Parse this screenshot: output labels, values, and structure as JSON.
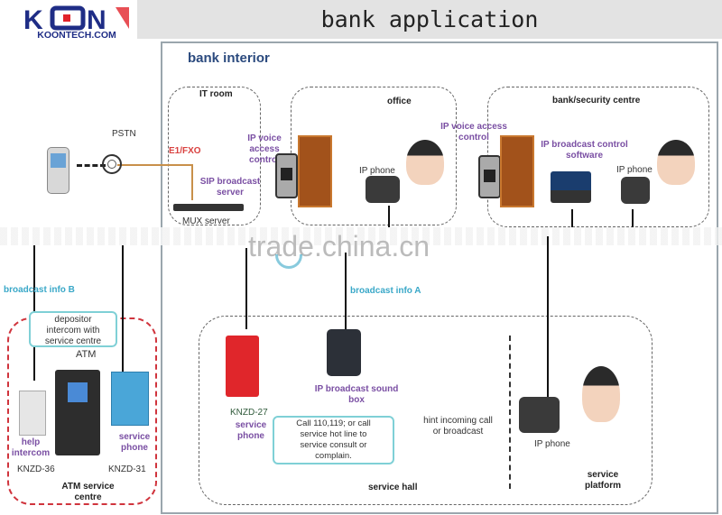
{
  "brand": {
    "logo_text": "KON",
    "logo_sub": "KOONTECH.COM"
  },
  "title": "bank application",
  "bank_interior": "bank interior",
  "zones": {
    "it_room": "IT room",
    "office": "office",
    "security": "bank/security centre",
    "service_hall": "service hall",
    "service_platform": "service platform",
    "atm_centre": "ATM service centre"
  },
  "labels": {
    "pstn": "PSTN",
    "e1fxo": "E1/FXO",
    "sip_server": "SIP broadcast server",
    "mux_server": "MUX server",
    "access_control_1": "IP voice access control",
    "ip_phone_office": "IP phone",
    "access_control_2": "IP voice access control",
    "broadcast_software": "IP broadcast control software",
    "ip_phone_security": "IP phone",
    "broadcast_b": "broadcast info B",
    "broadcast_a": "broadcast info A",
    "depositor_callout": "depositor intercom with service centre",
    "atm": "ATM",
    "help_intercom": "help intercom",
    "knzd36": "KNZD-36",
    "service_phone_blue": "service phone",
    "knzd31": "KNZD-31",
    "knzd27": "KNZD-27",
    "service_phone_red": "service phone",
    "call_callout": "Call 110,119; or call service hot line to service consult or complain.",
    "sound_box": "IP broadcast sound box",
    "hint": "hint incoming call or broadcast",
    "ip_phone_platform": "IP phone"
  },
  "watermark": "trade.china.cn"
}
